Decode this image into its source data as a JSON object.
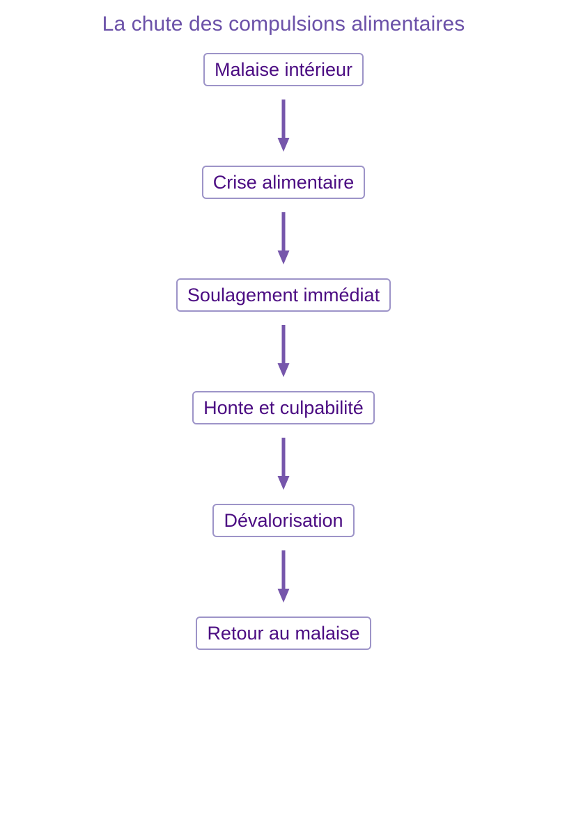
{
  "title": "La chute des compulsions alimentaires",
  "colors": {
    "background": "#ffffff",
    "title_text": "#6b51a8",
    "node_text": "#4b0c82",
    "node_border": "#9d94c8",
    "node_fill": "#ffffff",
    "arrow": "#7656ab"
  },
  "chart_data": {
    "type": "diagram",
    "diagram_kind": "flowchart",
    "orientation": "top-to-bottom",
    "title": "La chute des compulsions alimentaires",
    "nodes": [
      {
        "id": "n1",
        "label": "Malaise intérieur"
      },
      {
        "id": "n2",
        "label": "Crise alimentaire"
      },
      {
        "id": "n3",
        "label": "Soulagement immédiat"
      },
      {
        "id": "n4",
        "label": "Honte et culpabilité"
      },
      {
        "id": "n5",
        "label": "Dévalorisation"
      },
      {
        "id": "n6",
        "label": "Retour au malaise"
      }
    ],
    "edges": [
      {
        "from": "n1",
        "to": "n2",
        "label": "",
        "marker": "arrow"
      },
      {
        "from": "n2",
        "to": "n3",
        "label": "",
        "marker": "arrow"
      },
      {
        "from": "n3",
        "to": "n4",
        "label": "",
        "marker": "arrow"
      },
      {
        "from": "n4",
        "to": "n5",
        "label": "",
        "marker": "arrow"
      },
      {
        "from": "n5",
        "to": "n6",
        "label": "",
        "marker": "arrow"
      }
    ]
  },
  "nodes": [
    {
      "label": "Malaise intérieur"
    },
    {
      "label": "Crise alimentaire"
    },
    {
      "label": "Soulagement immédiat"
    },
    {
      "label": "Honte et culpabilité"
    },
    {
      "label": "Dévalorisation"
    },
    {
      "label": "Retour au malaise"
    }
  ]
}
